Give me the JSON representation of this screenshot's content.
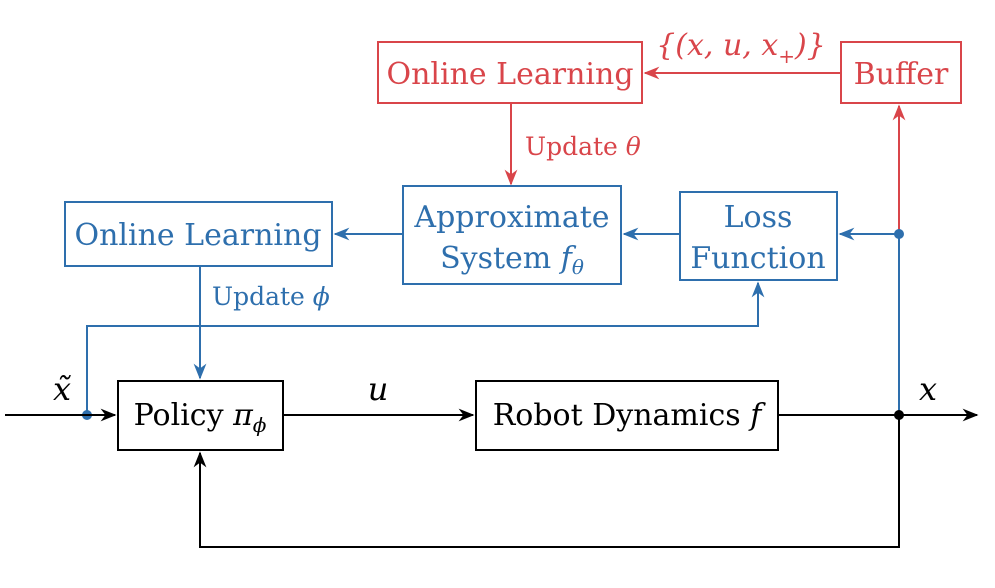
{
  "colors": {
    "red": "#d9454a",
    "blue": "#2e6fad",
    "black": "#000000",
    "background": "#ffffff"
  },
  "boxes": {
    "online_learning_top": "Online Learning",
    "buffer": "Buffer",
    "approx_system_line1": "Approximate",
    "approx_system_line2_prefix": "System ",
    "approx_system_line2_symbol": "f",
    "approx_system_line2_sub": "θ",
    "loss_function_line1": "Loss",
    "loss_function_line2": "Function",
    "online_learning_left": "Online Learning",
    "policy_prefix": "Policy ",
    "policy_symbol": "π",
    "policy_sub": "ϕ",
    "robot_dynamics_prefix": "Robot Dynamics ",
    "robot_dynamics_symbol": "f"
  },
  "labels": {
    "dataset": "{(x, u, x",
    "dataset_sub": "+",
    "dataset_close": ")}",
    "update_theta_prefix": "Update ",
    "update_theta_symbol": "θ",
    "update_phi_prefix": "Update ",
    "update_phi_symbol": "ϕ",
    "input_signal": "x̃",
    "control_signal": "u",
    "output_signal": "x"
  }
}
